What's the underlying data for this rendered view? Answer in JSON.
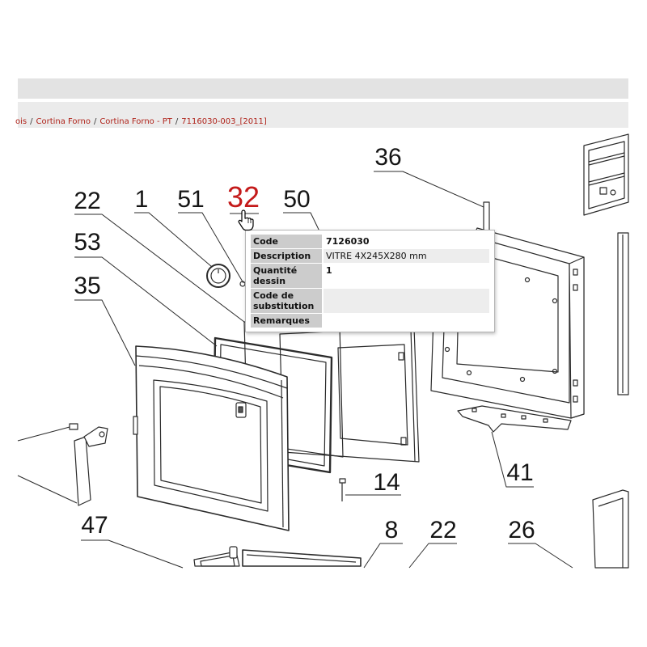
{
  "breadcrumb": {
    "items": [
      "ois",
      "Cortina Forno",
      "Cortina Forno - PT",
      "7116030-003_[2011]"
    ],
    "separator": "/"
  },
  "diagram": {
    "callouts": [
      {
        "label": "36"
      },
      {
        "label": "22"
      },
      {
        "label": "1"
      },
      {
        "label": "51"
      },
      {
        "label": "32",
        "active": true
      },
      {
        "label": "50"
      },
      {
        "label": "53"
      },
      {
        "label": "35"
      },
      {
        "label": "41"
      },
      {
        "label": "14"
      },
      {
        "label": "47"
      },
      {
        "label": "8"
      },
      {
        "label": "22"
      },
      {
        "label": "26"
      }
    ]
  },
  "tooltip": {
    "rows": [
      {
        "label": "Code",
        "value": "7126030"
      },
      {
        "label": "Description",
        "value": "VITRE 4X245X280 mm"
      },
      {
        "label": "Quantité dessin",
        "value": "1"
      },
      {
        "label": "Code de substitution",
        "value": ""
      },
      {
        "label": "Remarques",
        "value": ""
      }
    ]
  },
  "colors": {
    "breadcrumb_link": "#b0241b",
    "active_callout": "#c41a1a",
    "tooltip_label_bg": "#cccccc",
    "tooltip_alt_row_bg": "#ededed",
    "header_bar_bg": "#e3e3e3"
  },
  "icons": {
    "cursor": "hand-pointer-icon"
  }
}
